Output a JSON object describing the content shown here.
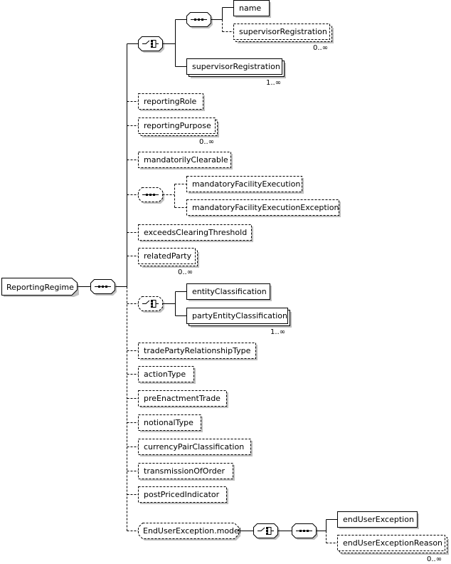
{
  "root": {
    "label": "ReportingRegime"
  },
  "elements": {
    "name": "name",
    "supervisorRegistration_opt": "supervisorRegistration",
    "supervisorRegistration_req": "supervisorRegistration",
    "reportingRole": "reportingRole",
    "reportingPurpose": "reportingPurpose",
    "mandatorilyClearable": "mandatorilyClearable",
    "mandatoryFacilityExecution": "mandatoryFacilityExecution",
    "mandatoryFacilityExecutionException": "mandatoryFacilityExecutionException",
    "exceedsClearingThreshold": "exceedsClearingThreshold",
    "relatedParty": "relatedParty",
    "entityClassification": "entityClassification",
    "partyEntityClassification": "partyEntityClassification",
    "tradePartyRelationshipType": "tradePartyRelationshipType",
    "actionType": "actionType",
    "preEnactmentTrade": "preEnactmentTrade",
    "notionalType": "notionalType",
    "currencyPairClassification": "currencyPairClassification",
    "transmissionOfOrder": "transmissionOfOrder",
    "postPricedIndicator": "postPricedIndicator",
    "endUserExceptionModel": "EndUserException.model",
    "endUserException": "endUserException",
    "endUserExceptionReason": "endUserExceptionReason"
  },
  "occurrences": {
    "supervisorRegistration_opt": "0..∞",
    "supervisorRegistration_req": "1..∞",
    "reportingPurpose": "0..∞",
    "relatedParty": "0..∞",
    "partyEntityClassification": "1..∞",
    "endUserExceptionReason": "0..∞"
  },
  "colors": {
    "line": "#000000",
    "shadow": "#c0c0c0",
    "fill": "#ffffff"
  }
}
